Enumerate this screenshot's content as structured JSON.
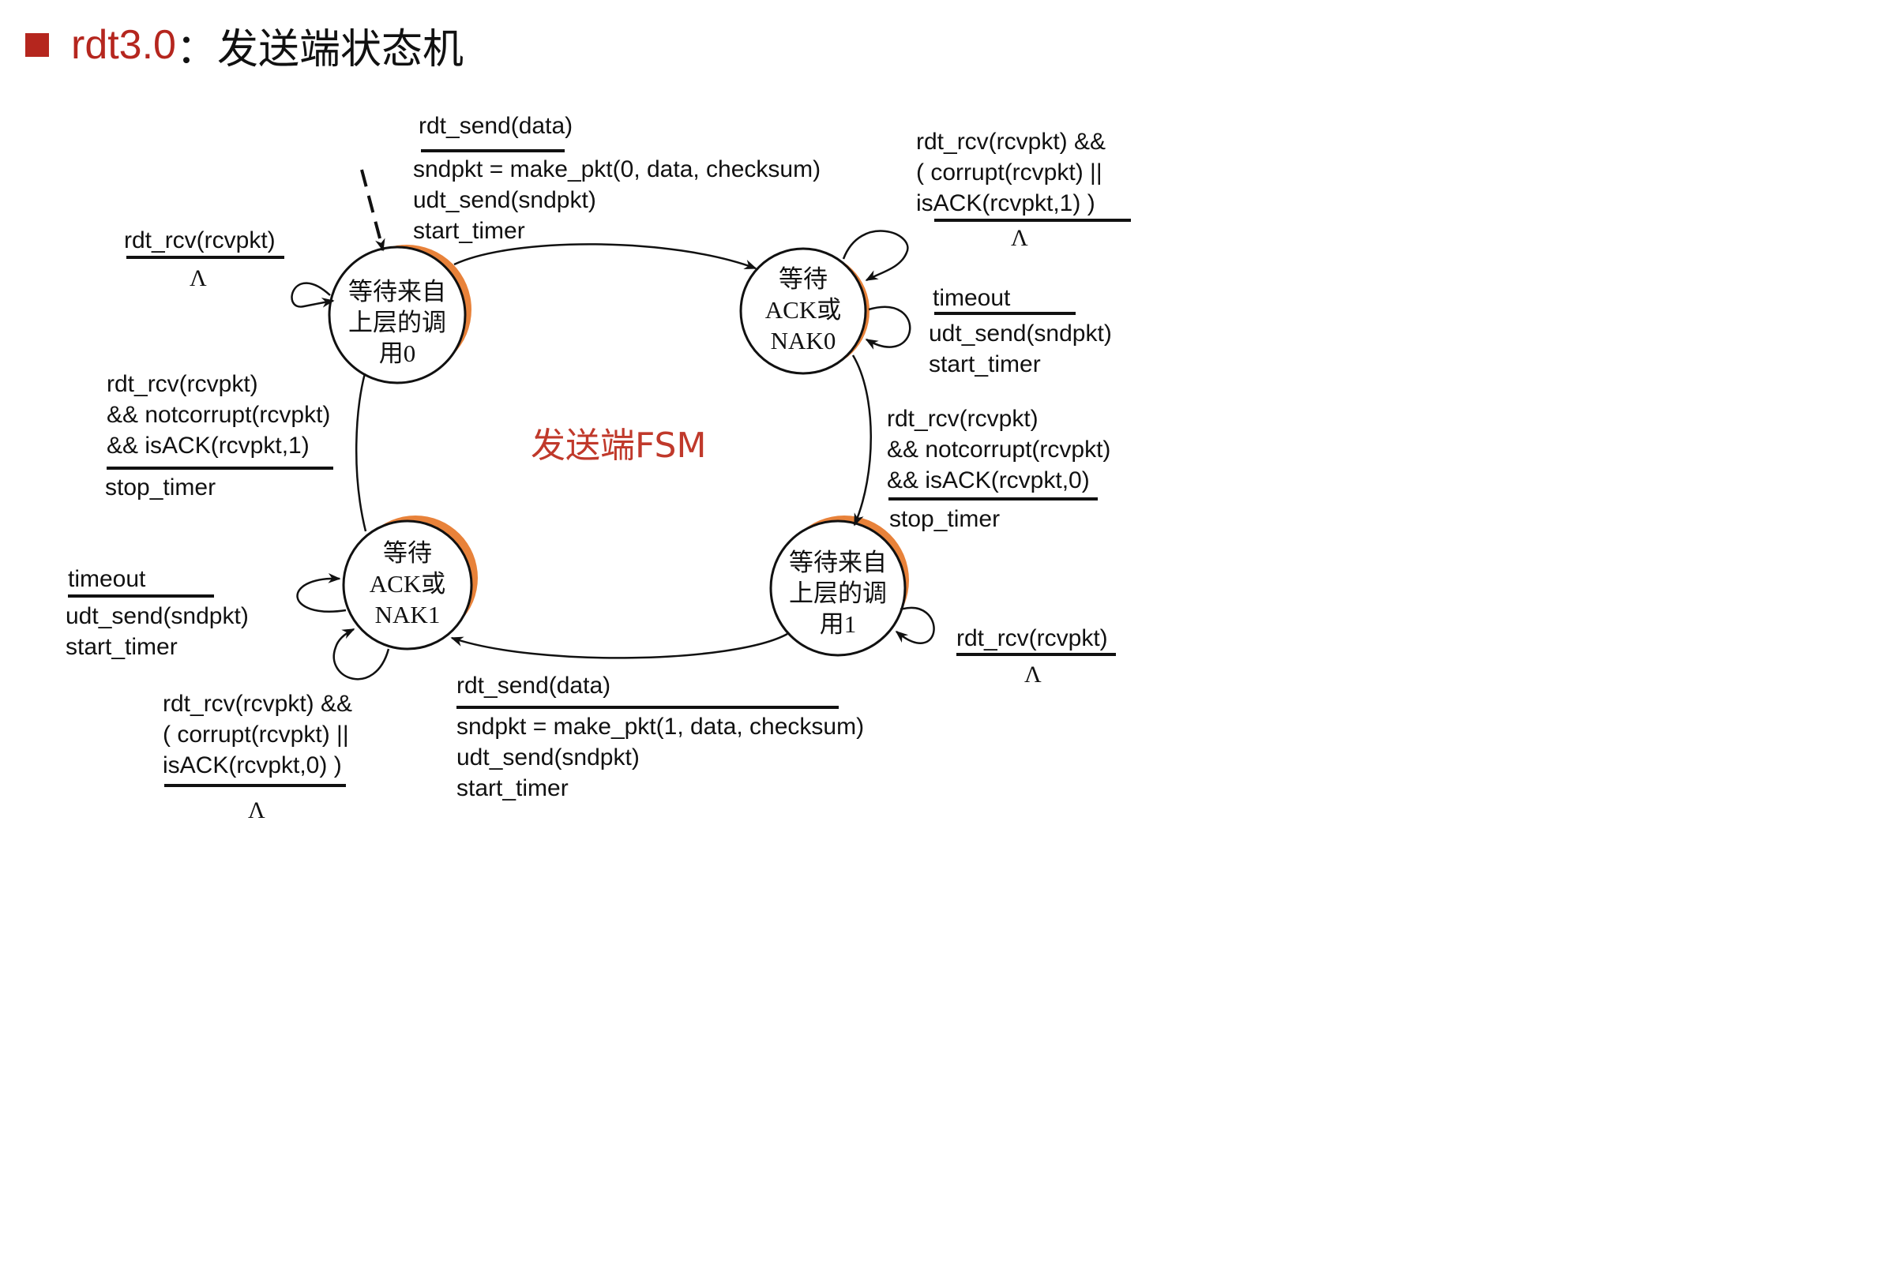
{
  "title": {
    "prefix": "rdt3.0",
    "rest": "：发送端状态机"
  },
  "center_label": "发送端FSM",
  "states": {
    "wait_call_0": {
      "lines": [
        "等待来自",
        "上层的调",
        "用0"
      ]
    },
    "wait_ack_0": {
      "lines": [
        "等待",
        "ACK或",
        "NAK0"
      ]
    },
    "wait_call_1": {
      "lines": [
        "等待来自",
        "上层的调",
        "用1"
      ]
    },
    "wait_ack_1": {
      "lines": [
        "等待",
        "ACK或",
        "NAK1"
      ]
    }
  },
  "transitions": {
    "send_0": {
      "event": "rdt_send(data)",
      "actions": [
        "sndpkt = make_pkt(0, data, checksum)",
        "udt_send(sndpkt)",
        "start_timer"
      ]
    },
    "ack0_corrupt": {
      "event": [
        "rdt_rcv(rcvpkt) &&",
        "( corrupt(rcvpkt) ||",
        "isACK(rcvpkt,1) )"
      ],
      "action": "Λ"
    },
    "ack0_timeout": {
      "event": "timeout",
      "actions": [
        "udt_send(sndpkt)",
        "start_timer"
      ]
    },
    "ack0_ok": {
      "event": [
        "rdt_rcv(rcvpkt)",
        "&& notcorrupt(rcvpkt)",
        "&& isACK(rcvpkt,0)"
      ],
      "action": "stop_timer"
    },
    "call0_rcv": {
      "event": "rdt_rcv(rcvpkt)",
      "action": "Λ"
    },
    "ack1_ok": {
      "event": [
        "rdt_rcv(rcvpkt)",
        "&& notcorrupt(rcvpkt)",
        "&& isACK(rcvpkt,1)"
      ],
      "action": "stop_timer"
    },
    "ack1_timeout": {
      "event": "timeout",
      "actions": [
        "udt_send(sndpkt)",
        "start_timer"
      ]
    },
    "ack1_corrupt": {
      "event": [
        "rdt_rcv(rcvpkt) &&",
        "( corrupt(rcvpkt) ||",
        "isACK(rcvpkt,0) )"
      ],
      "action": "Λ"
    },
    "send_1": {
      "event": "rdt_send(data)",
      "actions": [
        "sndpkt = make_pkt(1, data, checksum)",
        "udt_send(sndpkt)",
        "start_timer"
      ]
    },
    "call1_rcv": {
      "event": "rdt_rcv(rcvpkt)",
      "action": "Λ"
    }
  },
  "colors": {
    "title": "#b5261e",
    "center_label": "#c0392b",
    "state_shadow": "#e8823a",
    "line": "#111111"
  }
}
